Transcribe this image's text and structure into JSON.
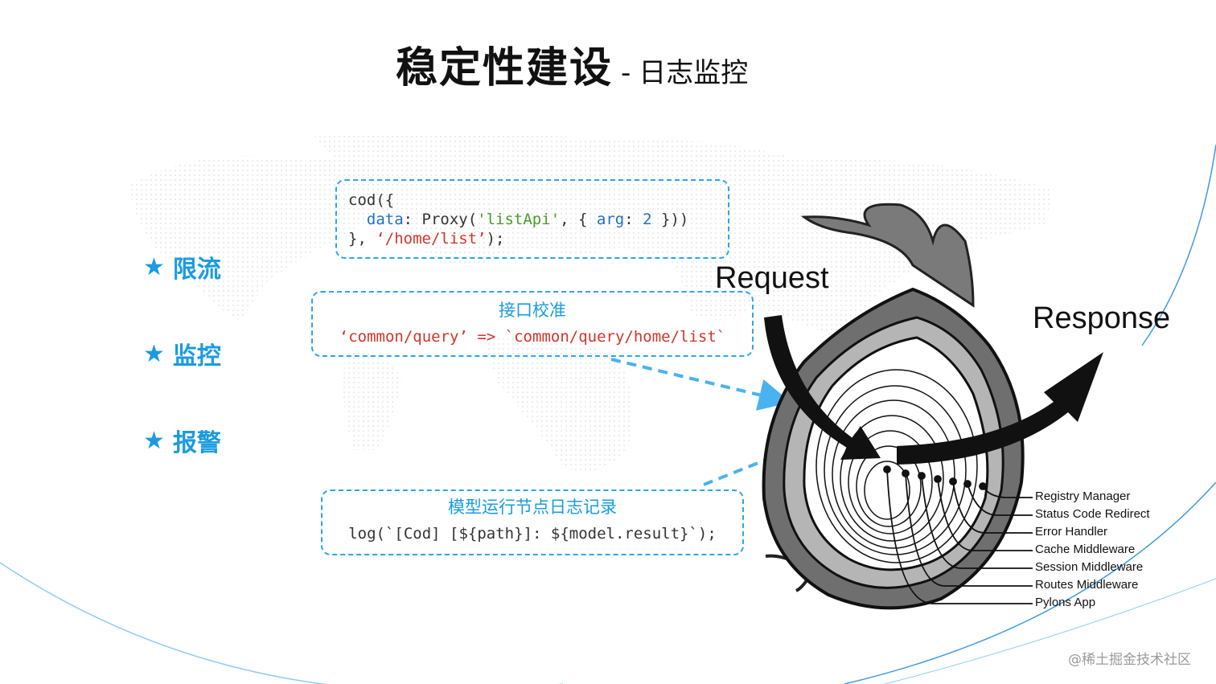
{
  "title": {
    "main": "稳定性建设",
    "separator": "-",
    "sub": "日志监控"
  },
  "bullets": [
    {
      "icon": "star-icon",
      "label": "限流"
    },
    {
      "icon": "star-icon",
      "label": "监控"
    },
    {
      "icon": "star-icon",
      "label": "报警"
    }
  ],
  "code_box": {
    "line1": "cod({",
    "line2_key": "data",
    "line2_a": ": Proxy(",
    "line2_str": "'listApi'",
    "line2_b": ", { ",
    "line2_arg": "arg",
    "line2_c": ": ",
    "line2_num": "2",
    "line2_d": " }))",
    "line3_a": "}, ",
    "line3_str": "‘/home/list’",
    "line3_b": ");"
  },
  "check_box": {
    "title": "接口校准",
    "mapping": "‘common/query’ => `common/query/home/list`"
  },
  "log_box": {
    "title": "模型运行节点日志记录",
    "code": "log(`[Cod] [${path}]: ${model.result}`);"
  },
  "onion": {
    "request_label": "Request",
    "response_label": "Response",
    "layers": [
      "Registry Manager",
      "Status Code Redirect",
      "Error Handler",
      "Cache Middleware",
      "Session Middleware",
      "Routes Middleware",
      "Pylons App"
    ]
  },
  "watermark": "@稀土掘金技术社区",
  "colors": {
    "accent": "#1a9be0",
    "code_red": "#d3342a",
    "code_blue": "#1f6fc6",
    "code_green": "#4c9a2a"
  }
}
